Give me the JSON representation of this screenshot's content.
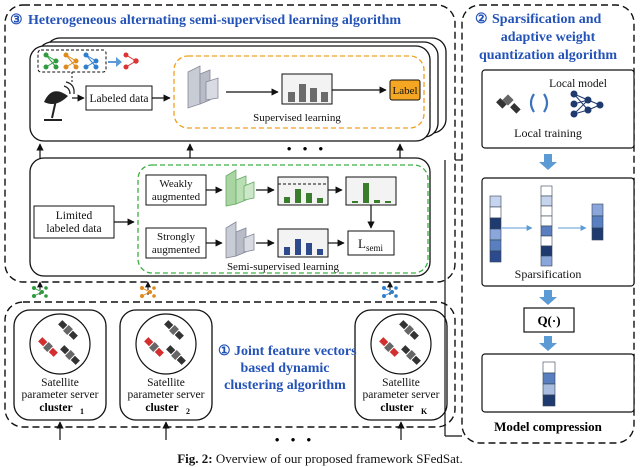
{
  "left_panel": {
    "title_marker": "③",
    "title": "Heterogeneous alternating semi-supervised learning algorithm",
    "supervised": {
      "input_label": "Labeled data",
      "output_label": "Label",
      "caption": "Supervised learning"
    },
    "semi": {
      "input_label_line1": "Limited",
      "input_label_line2": "labeled data",
      "weak_line1": "Weakly",
      "weak_line2": "augmented",
      "strong_line1": "Strongly",
      "strong_line2": "augmented",
      "loss_label": "L",
      "loss_sub": "semi",
      "caption": "Semi-supervised learning"
    },
    "dots": "• • •"
  },
  "clusters": {
    "marker": "①",
    "title_line1": "Joint feature vectors",
    "title_line2": "based dynamic",
    "title_line3": "clustering algorithm",
    "node_line1": "Satellite",
    "node_line2": "parameter server",
    "items": [
      {
        "name": "cluster",
        "sub": "1"
      },
      {
        "name": "cluster",
        "sub": "2"
      },
      {
        "name": "cluster",
        "sub": "K"
      }
    ],
    "dots": "• • •"
  },
  "right_panel": {
    "marker": "②",
    "title_line1": "Sparsification and",
    "title_line2": "adaptive weight",
    "title_line3": "quantization algorithm",
    "local_model": "Local model",
    "local_training": "Local training",
    "sparsification": "Sparsification",
    "quant": "Q(·)",
    "model_compression": "Model compression"
  },
  "caption": {
    "label": "Fig. 2:",
    "text": " Overview of our proposed framework SFedSat."
  },
  "colors": {
    "blue_text": "#2453b8",
    "orange_dash": "#f0a020",
    "green_dash": "#3cb043",
    "label_box": "#f5a623",
    "green_bar": "#3a7d2c",
    "blue_bar": "#2c4a8c",
    "arrow_blue": "#5b9bd5"
  }
}
